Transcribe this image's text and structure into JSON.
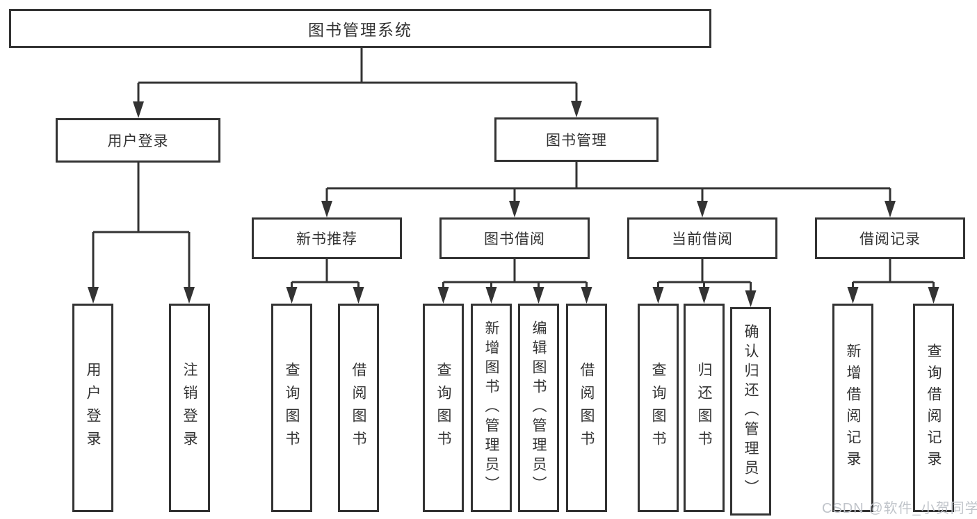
{
  "diagram": {
    "root": {
      "label": "图书管理系统"
    },
    "level2": [
      {
        "label": "用户登录",
        "children": [
          {
            "label": "用户登录"
          },
          {
            "label": "注销登录"
          }
        ]
      },
      {
        "label": "图书管理",
        "children": [
          {
            "label": "新书推荐",
            "children": [
              {
                "label": "查询图书"
              },
              {
                "label": "借阅图书"
              }
            ]
          },
          {
            "label": "图书借阅",
            "children": [
              {
                "label": "查询图书"
              },
              {
                "label": "新增图书（管理员）"
              },
              {
                "label": "编辑图书（管理员）"
              },
              {
                "label": "借阅图书"
              }
            ]
          },
          {
            "label": "当前借阅",
            "children": [
              {
                "label": "查询图书"
              },
              {
                "label": "归还图书"
              },
              {
                "label": "确认归还（管理员）"
              }
            ]
          },
          {
            "label": "借阅记录",
            "children": [
              {
                "label": "新增借阅记录"
              },
              {
                "label": "查询借阅记录"
              }
            ]
          }
        ]
      }
    ],
    "watermark": "CSDN @软件_小贺同学",
    "colors": {
      "line": "#333333",
      "border": "#333333",
      "text": "#333333",
      "box_fill": "#ffffff",
      "background": "#ffffff",
      "watermark": "#c0c4ca"
    }
  }
}
